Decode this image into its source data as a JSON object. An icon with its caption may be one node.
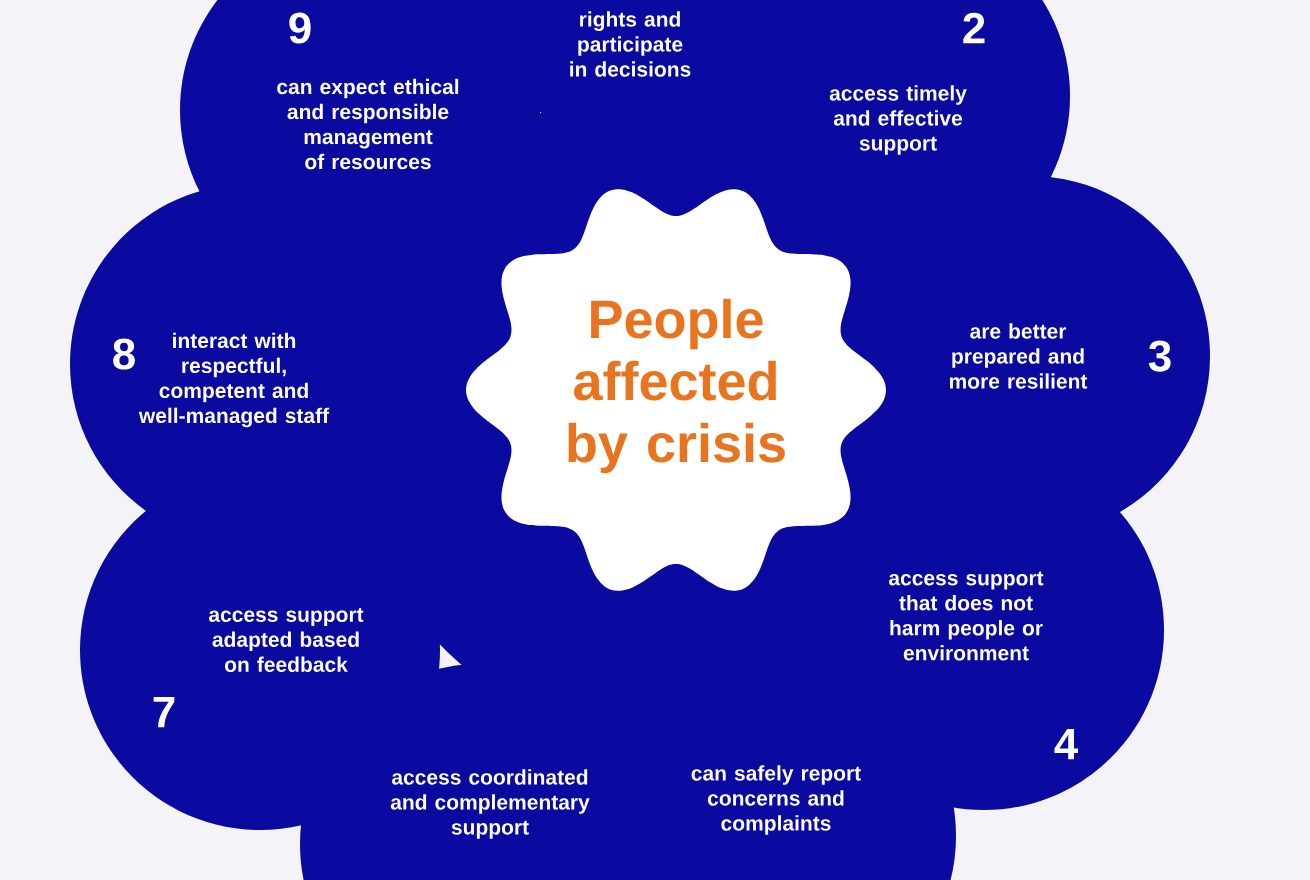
{
  "diagram": {
    "nodes": [
      {
        "text": [
          "People affected by crisis"
        ]
      },
      {
        "text": [
          "rights and participate in decisions"
        ]
      },
      {
        "text": [
          "2",
          "access timely and effective support"
        ]
      },
      {
        "text": [
          "are better prepared and more resilient",
          "3"
        ]
      },
      {
        "text": [
          "4",
          "access support that does not harm people or environment"
        ]
      },
      {
        "text": [
          "can safely report concerns and complaints"
        ]
      },
      {
        "text": [
          "access coordinated and complementary support"
        ]
      },
      {
        "text": [
          "access support adapted based on feedback",
          "7"
        ]
      },
      {
        "text": [
          "8",
          "interact with respectful, competent and well-managed staff"
        ]
      },
      {
        "text": [
          "9",
          "can expect ethical and responsible management of resources"
        ]
      }
    ]
  }
}
